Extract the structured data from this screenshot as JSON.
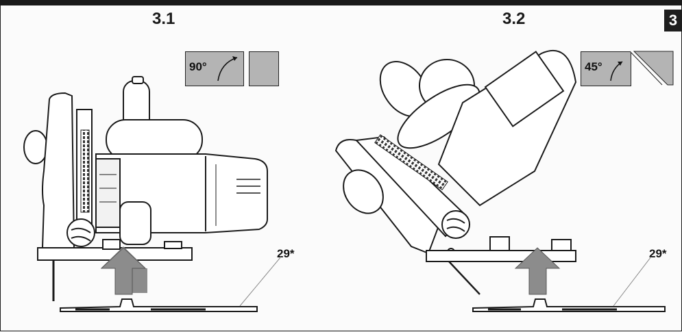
{
  "figure_number": "3",
  "panels": [
    {
      "title": "3.1",
      "angle": "90°",
      "part_ref": "29*"
    },
    {
      "title": "3.2",
      "angle": "45°",
      "part_ref": "29*"
    }
  ],
  "colors": {
    "line": "#1a1a1a",
    "fill_gray": "#b4b4b4",
    "arrow_gray": "#8c8c8c",
    "badge": "#1e1e1e"
  },
  "icons": [
    "circular-saw-illustration",
    "up-arrow-icon",
    "guide-rail-illustration",
    "angle-indicator-icon"
  ]
}
